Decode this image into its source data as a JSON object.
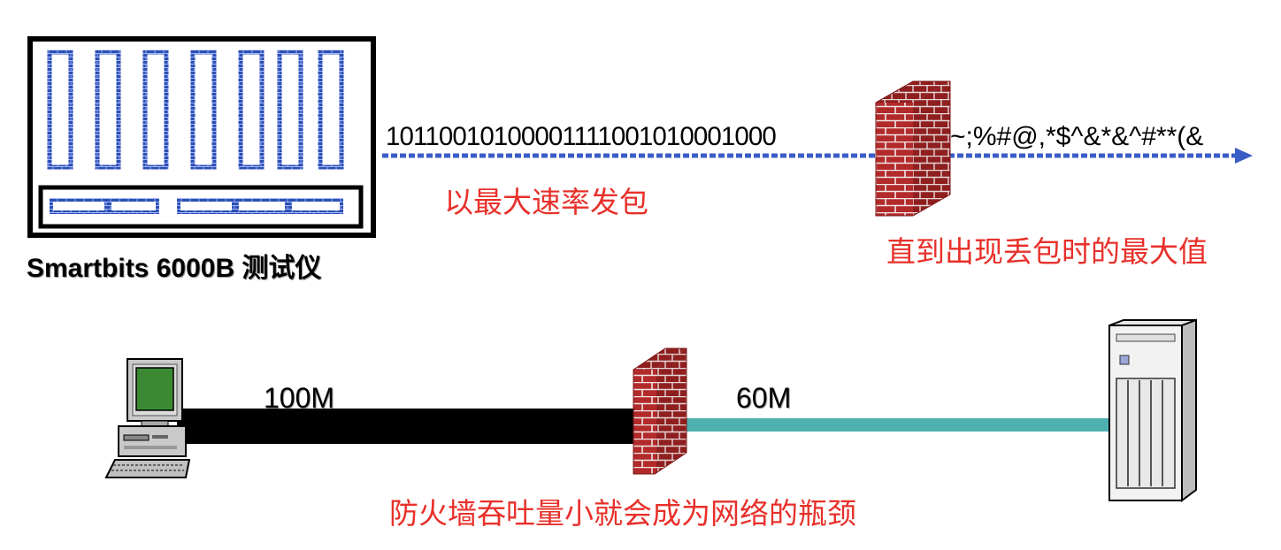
{
  "tester": {
    "label": "Smartbits 6000B 测试仪"
  },
  "stream": {
    "input_bits": "10110010100001111001010001000",
    "output_garbled": "~;%#@,*$^&*&^#**(&",
    "send_caption": "以最大速率发包",
    "result_caption": "直到出现丢包时的最大值"
  },
  "link": {
    "left_speed": "100M",
    "right_speed": "60M",
    "bottleneck_caption": "防火墙吞吐量小就会成为网络的瓶颈"
  },
  "colors": {
    "tester_port": "#2d4fb3",
    "arrow": "#3a5cc7",
    "brick": "#b22a2a",
    "caption_red": "#e8302a",
    "fast_link": "#000000",
    "slow_link": "#4fb0b0"
  },
  "icons": {
    "tester": "smartbits-chassis-icon",
    "firewall": "brick-firewall-icon",
    "client": "desktop-computer-icon",
    "server": "tower-server-icon"
  }
}
